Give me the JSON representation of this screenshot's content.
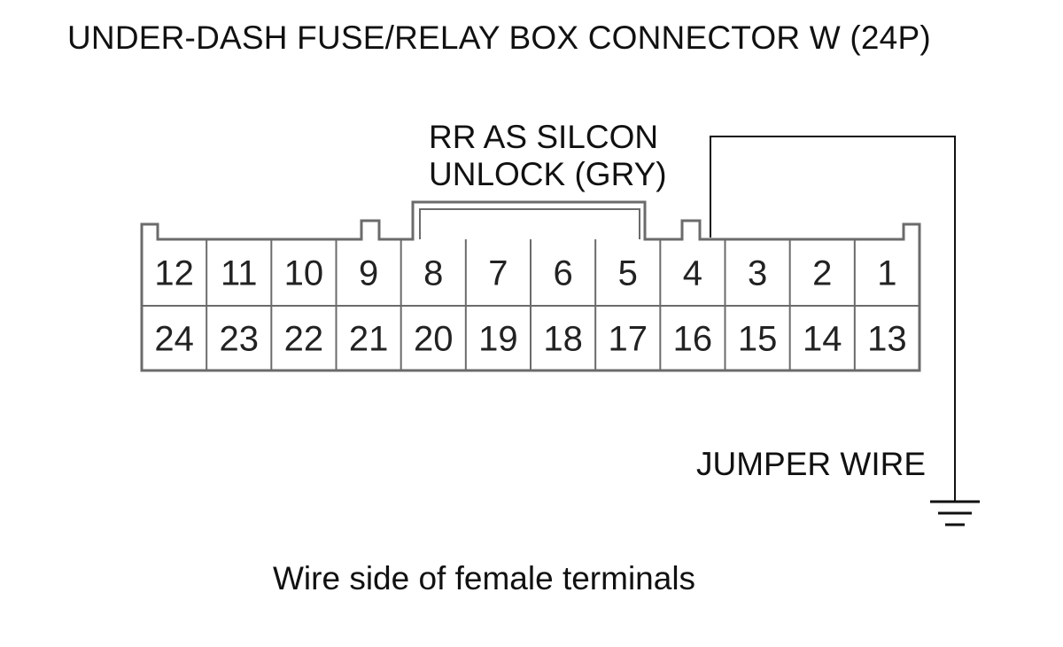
{
  "title": "UNDER-DASH FUSE/RELAY BOX CONNECTOR W (24P)",
  "callout": {
    "line1": "RR AS SILCON",
    "line2": "UNLOCK (GRY)"
  },
  "jumper_label": "JUMPER WIRE",
  "caption": "Wire side of female terminals",
  "connector": {
    "top_row": [
      "12",
      "11",
      "10",
      "9",
      "8",
      "7",
      "6",
      "5",
      "4",
      "3",
      "2",
      "1"
    ],
    "bottom_row": [
      "24",
      "23",
      "22",
      "21",
      "20",
      "19",
      "18",
      "17",
      "16",
      "15",
      "14",
      "13"
    ]
  },
  "icons": [
    "ground-symbol-icon"
  ]
}
